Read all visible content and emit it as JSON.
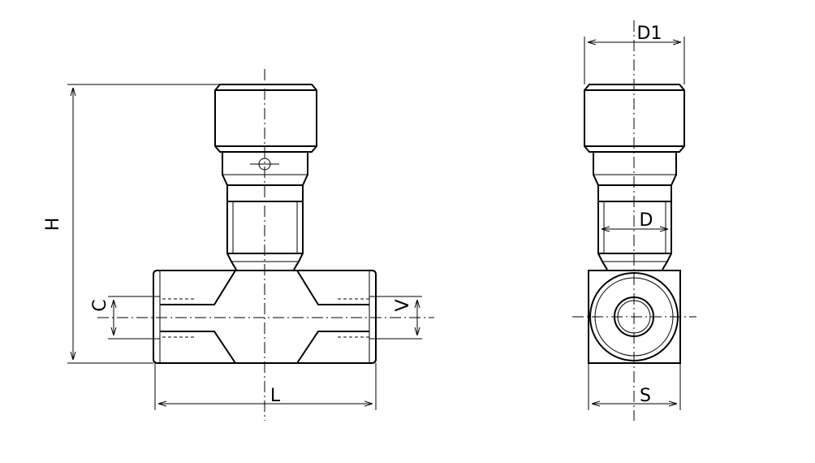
{
  "labels": {
    "H": "H",
    "C": "C",
    "V": "V",
    "L": "L",
    "D1": "D1",
    "D": "D",
    "S": "S"
  }
}
